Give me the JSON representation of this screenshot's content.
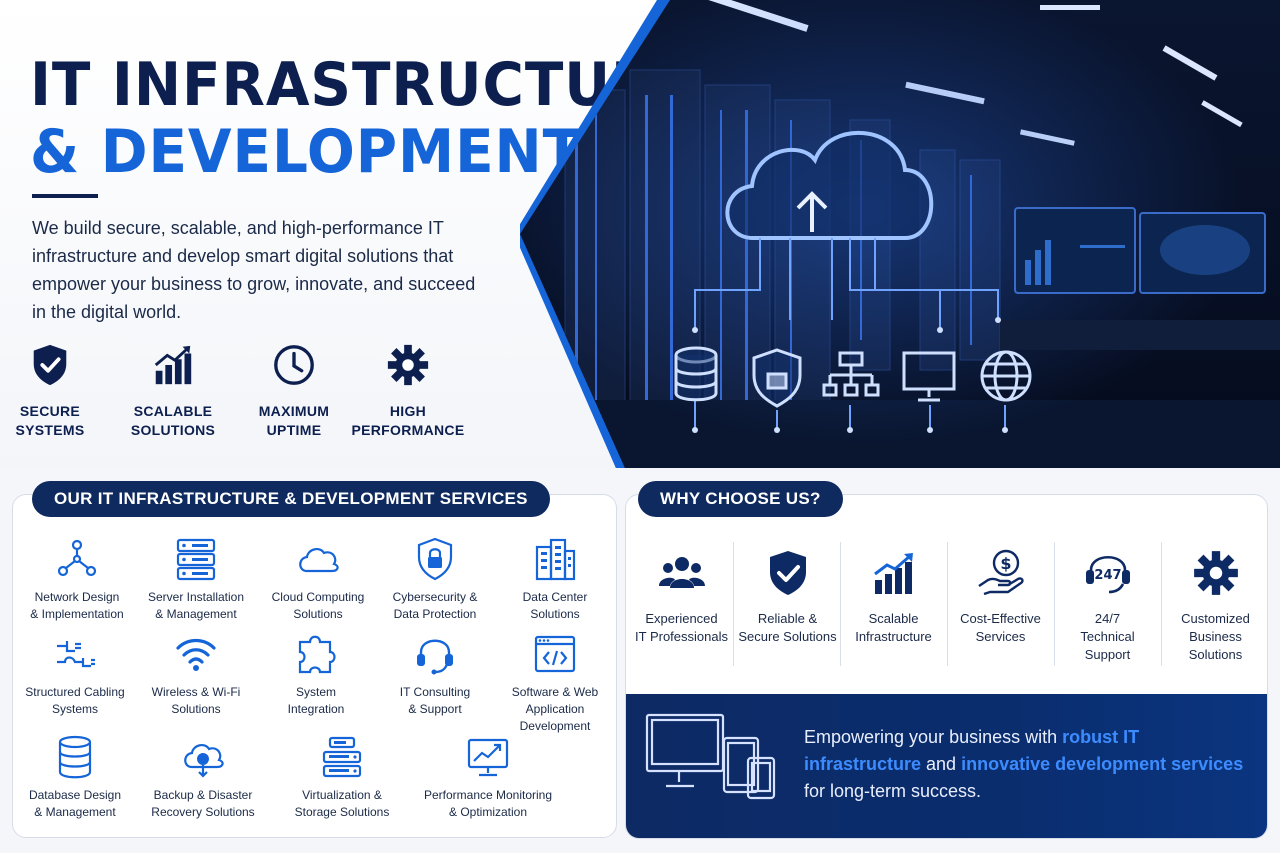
{
  "hero": {
    "title_line1": "IT INFRASTRUCTURE",
    "title_line2": "& DEVELOPMENT",
    "intro": "We build secure, scalable, and high-performance IT infrastructure and develop smart digital solutions that empower your business to grow, innovate, and succeed in the digital world.",
    "features": [
      {
        "icon": "shield-check-icon",
        "line1": "SECURE",
        "line2": "SYSTEMS"
      },
      {
        "icon": "growth-chart-icon",
        "line1": "SCALABLE",
        "line2": "SOLUTIONS"
      },
      {
        "icon": "clock-icon",
        "line1": "MAXIMUM",
        "line2": "UPTIME"
      },
      {
        "icon": "gear-icon",
        "line1": "HIGH",
        "line2": "PERFORMANCE"
      }
    ]
  },
  "services": {
    "heading": "OUR IT INFRASTRUCTURE & DEVELOPMENT SERVICES",
    "items": [
      {
        "icon": "network-icon",
        "line1": "Network Design",
        "line2": "& Implementation",
        "line3": ""
      },
      {
        "icon": "server-icon",
        "line1": "Server Installation",
        "line2": "& Management",
        "line3": ""
      },
      {
        "icon": "cloud-icon",
        "line1": "Cloud Computing",
        "line2": "Solutions",
        "line3": ""
      },
      {
        "icon": "lock-shield-icon",
        "line1": "Cybersecurity &",
        "line2": "Data Protection",
        "line3": ""
      },
      {
        "icon": "data-center-icon",
        "line1": "Data Center",
        "line2": "Solutions",
        "line3": ""
      },
      {
        "icon": "cable-icon",
        "line1": "Structured Cabling",
        "line2": "Systems",
        "line3": ""
      },
      {
        "icon": "wifi-icon",
        "line1": "Wireless & Wi-Fi",
        "line2": "Solutions",
        "line3": ""
      },
      {
        "icon": "puzzle-icon",
        "line1": "System",
        "line2": "Integration",
        "line3": ""
      },
      {
        "icon": "headset-icon",
        "line1": "IT Consulting",
        "line2": "& Support",
        "line3": ""
      },
      {
        "icon": "code-window-icon",
        "line1": "Software & Web",
        "line2": "Application",
        "line3": "Development"
      },
      {
        "icon": "database-icon",
        "line1": "Database Design",
        "line2": "& Management",
        "line3": ""
      },
      {
        "icon": "cloud-backup-icon",
        "line1": "Backup & Disaster",
        "line2": "Recovery Solutions",
        "line3": ""
      },
      {
        "icon": "storage-icon",
        "line1": "Virtualization &",
        "line2": "Storage Solutions",
        "line3": ""
      },
      {
        "icon": "monitor-chart-icon",
        "line1": "Performance Monitoring",
        "line2": "& Optimization",
        "line3": ""
      }
    ]
  },
  "why": {
    "heading": "WHY CHOOSE US?",
    "items": [
      {
        "icon": "team-icon",
        "line1": "Experienced",
        "line2": "IT Professionals",
        "line3": ""
      },
      {
        "icon": "shield-check-icon",
        "line1": "Reliable &",
        "line2": "Secure Solutions",
        "line3": ""
      },
      {
        "icon": "growth-chart-icon",
        "line1": "Scalable",
        "line2": "Infrastructure",
        "line3": ""
      },
      {
        "icon": "money-hand-icon",
        "line1": "Cost-Effective",
        "line2": "Services",
        "line3": ""
      },
      {
        "icon": "support-247-icon",
        "line1": "24/7",
        "line2": "Technical",
        "line3": "Support"
      },
      {
        "icon": "gear-icon",
        "line1": "Customized",
        "line2": "Business",
        "line3": "Solutions"
      }
    ],
    "badge_247": "247",
    "banner": {
      "part1": "Empowering your business with ",
      "highlight1": "robust IT infrastructure",
      "part2": " and ",
      "highlight2": "innovative development services",
      "part3": " for long-term success."
    }
  },
  "colors": {
    "navy": "#0d1f4f",
    "accent": "#1565d8",
    "highlight": "#3d8cff"
  }
}
